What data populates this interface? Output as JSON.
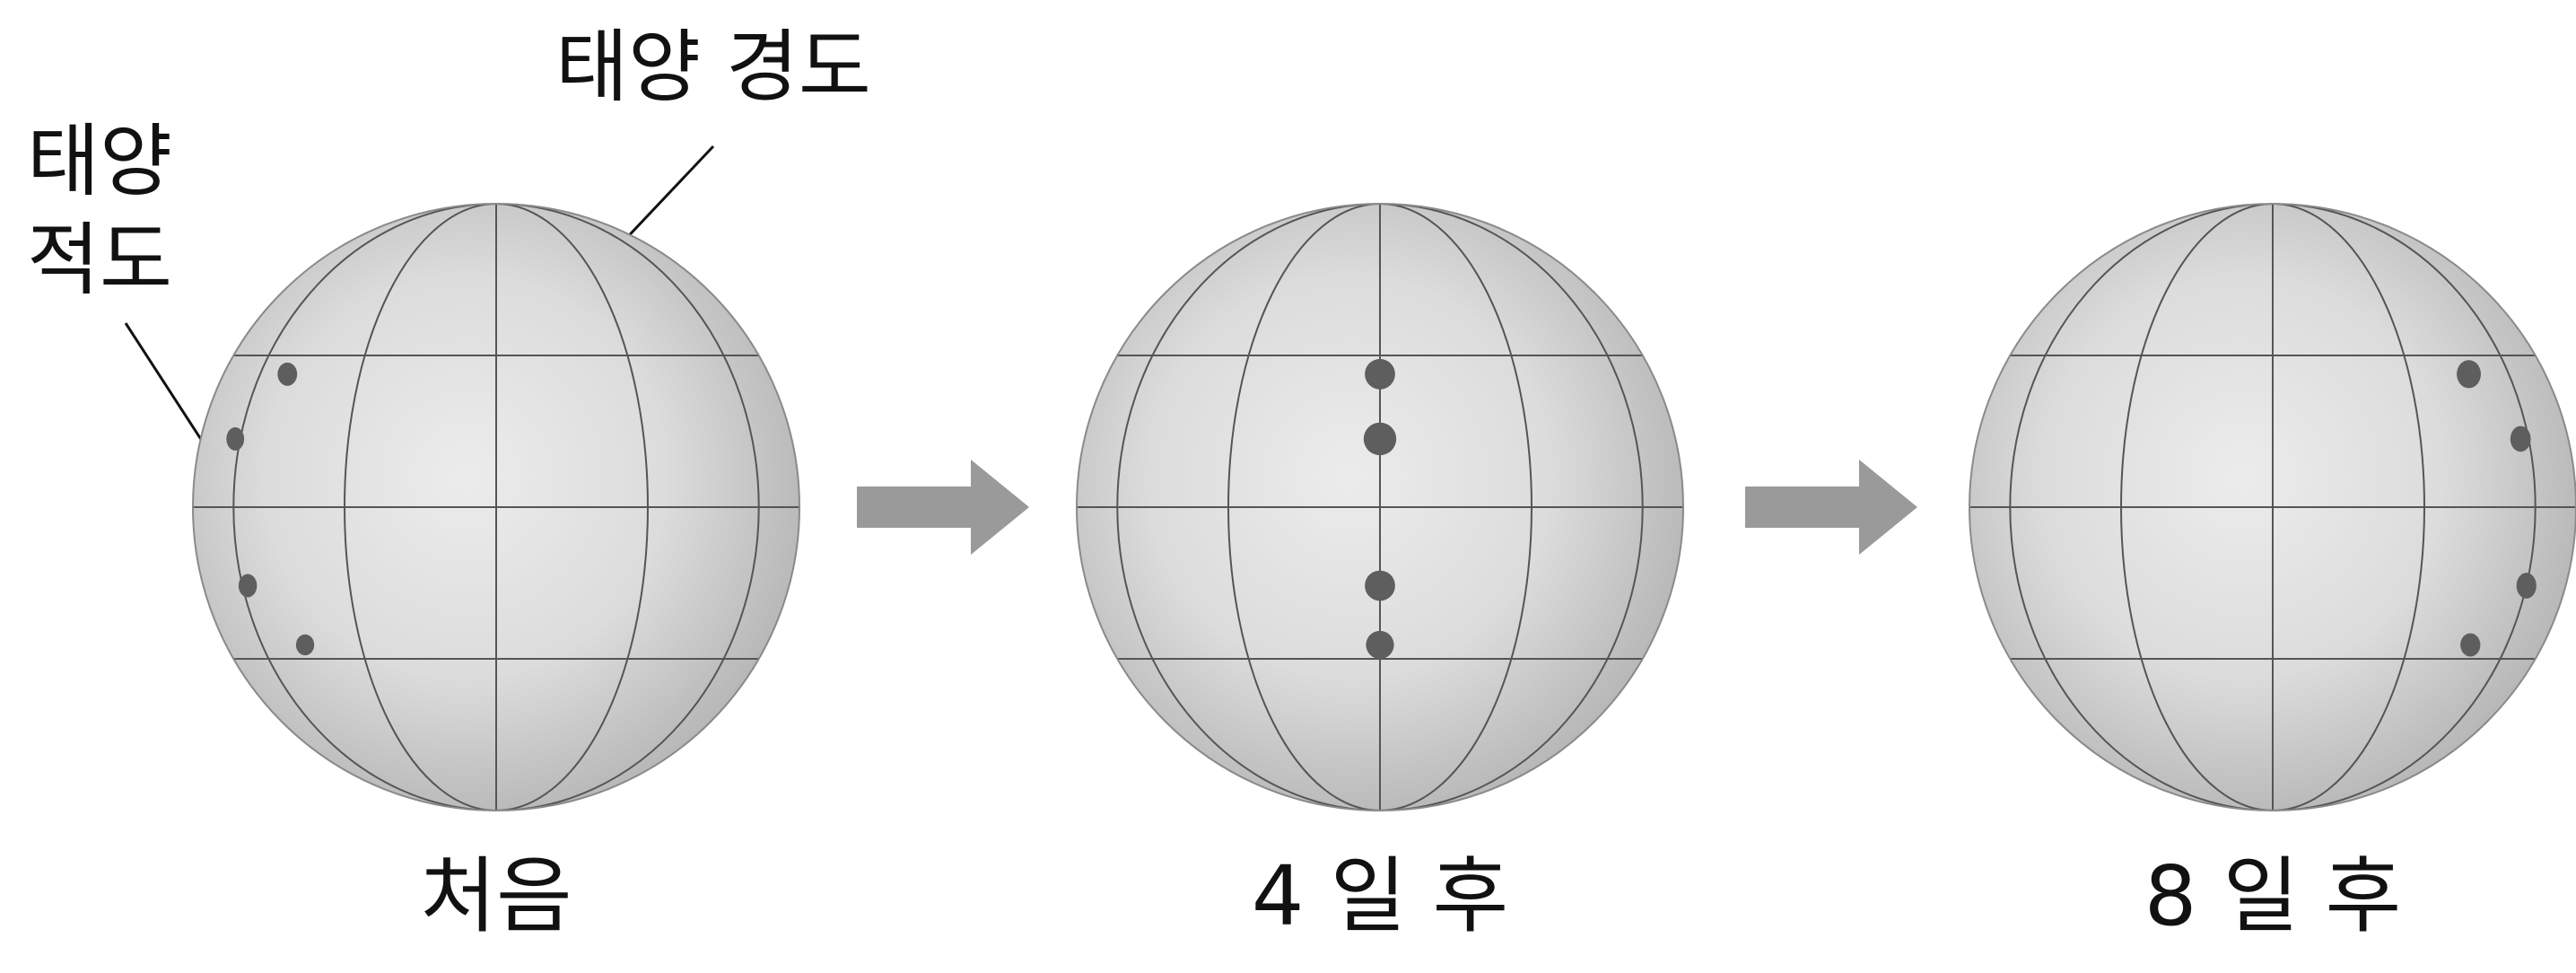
{
  "annotations": {
    "longitude_label": "태양 경도",
    "equator_label_line1": "태양",
    "equator_label_line2": "적도"
  },
  "panels": [
    {
      "caption": "처음",
      "spots": [
        {
          "lat": 26,
          "lon": -50,
          "size": 1.0
        },
        {
          "lat": 13,
          "lon": -62,
          "size": 1.0
        },
        {
          "lat": -15,
          "lon": -58,
          "size": 1.0
        },
        {
          "lat": -27,
          "lon": -45,
          "size": 0.9
        }
      ]
    },
    {
      "caption": "4 일 후",
      "spots": [
        {
          "lat": 26,
          "lon": 0,
          "size": 1.3
        },
        {
          "lat": 13,
          "lon": 0,
          "size": 1.4
        },
        {
          "lat": -15,
          "lon": 0,
          "size": 1.3
        },
        {
          "lat": -27,
          "lon": 0,
          "size": 1.2
        }
      ]
    },
    {
      "caption": "8 일 후",
      "spots": [
        {
          "lat": 26,
          "lon": 46,
          "size": 1.2
        },
        {
          "lat": 13,
          "lon": 57,
          "size": 1.1
        },
        {
          "lat": -15,
          "lon": 60,
          "size": 1.1
        },
        {
          "lat": -27,
          "lon": 47,
          "size": 1.0
        }
      ]
    }
  ],
  "colors": {
    "sphere_light": "#ececec",
    "sphere_dark": "#b3b3b3",
    "grid": "#555555",
    "spot": "#5e5e5e",
    "arrow": "#9a9a9a"
  }
}
